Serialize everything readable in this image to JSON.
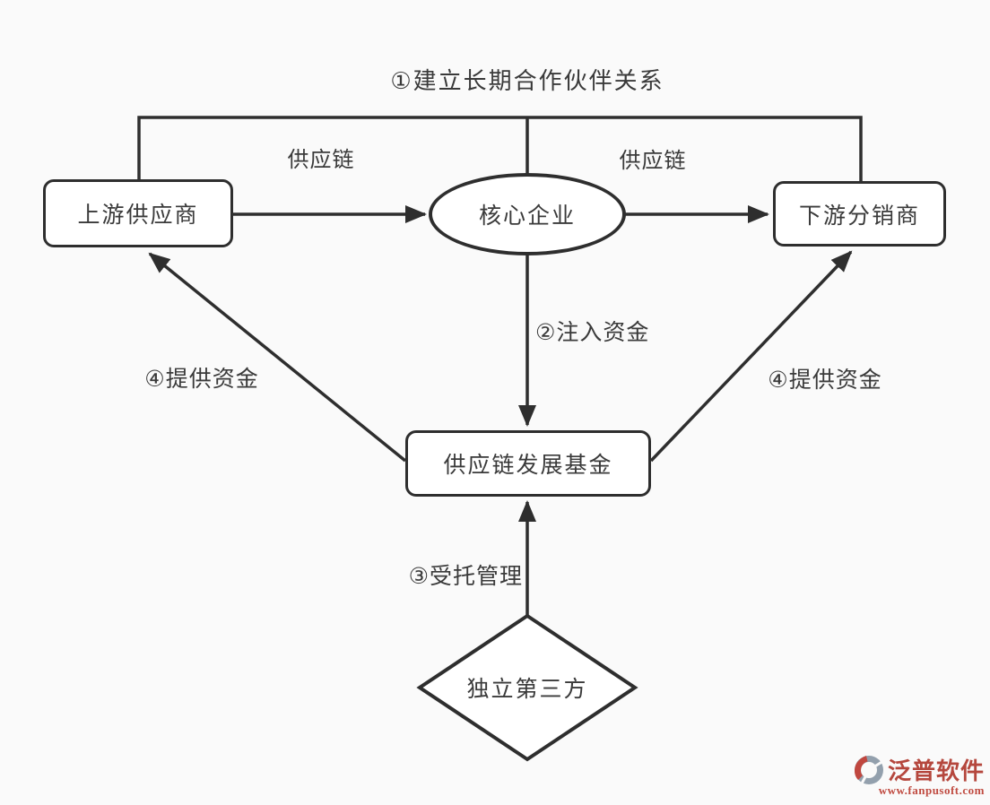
{
  "diagram": {
    "title": "①建立长期合作伙伴关系",
    "nodes": {
      "upstream_supplier": "上游供应商",
      "core_enterprise": "核心企业",
      "downstream_distributor": "下游分销商",
      "fund": "供应链发展基金",
      "independent_third_party": "独立第三方"
    },
    "labels": {
      "supply_chain_left": "供应链",
      "supply_chain_right": "供应链",
      "inject_funds": "②注入资金",
      "provide_funds_left": "④提供资金",
      "provide_funds_right": "④提供资金",
      "entrusted_management": "③受托管理"
    },
    "colors": {
      "line": "#2e2e2e",
      "node_fill": "#ffffff",
      "text": "#3a3a3a"
    }
  },
  "watermark": {
    "brand": "泛普软件",
    "url": "www.fanpusoft.com",
    "colors": {
      "red": "#c0473f",
      "gray": "#93a0ad"
    }
  }
}
